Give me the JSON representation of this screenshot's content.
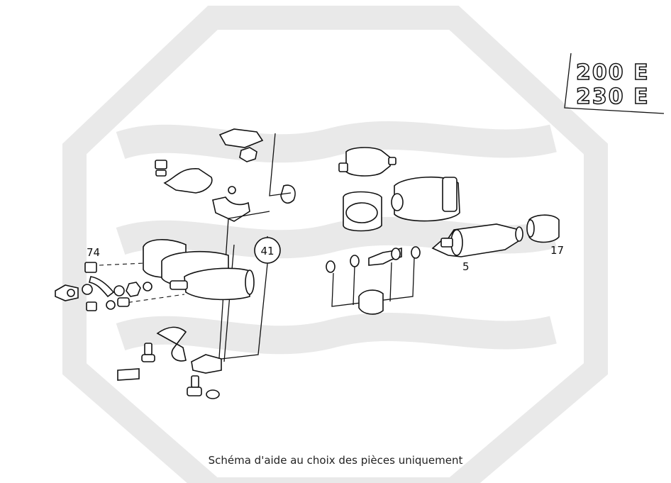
{
  "caption": "Schéma d'aide au choix des pièces uniquement",
  "callouts": {
    "c74": "74",
    "c41": "41",
    "c5": "5",
    "c17": "17"
  },
  "model_badges": [
    "200 E",
    "230 E"
  ],
  "colors": {
    "watermark": "#e9e9e9",
    "line_art": "#111111"
  }
}
